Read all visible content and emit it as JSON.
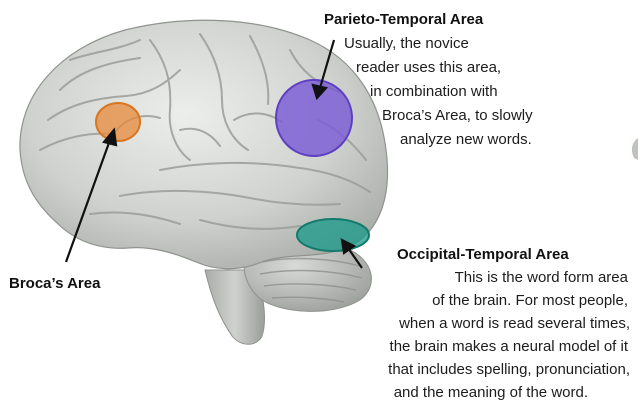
{
  "labels": {
    "parieto_temporal": {
      "title": "Parieto-Temporal Area",
      "lines": [
        "Usually, the novice",
        "reader uses this area,",
        "in combination with",
        "Broca’s Area, to slowly",
        "analyze new words."
      ]
    },
    "occipital_temporal": {
      "title": "Occipital-Temporal Area",
      "lines": [
        "This is the word form area",
        "of the brain. For most people,",
        "when a word is read several times,",
        "the brain makes a neural model of it",
        "that includes spelling, pronunciation,",
        "and the meaning of the word."
      ]
    },
    "broca": {
      "title": "Broca’s Area"
    }
  },
  "colors": {
    "broca": "#e8893a",
    "parieto_temporal": "#7a5bd6",
    "occipital_temporal": "#1e9a8a",
    "brain": "#d3d6d2",
    "text": "#1c1c1c"
  }
}
